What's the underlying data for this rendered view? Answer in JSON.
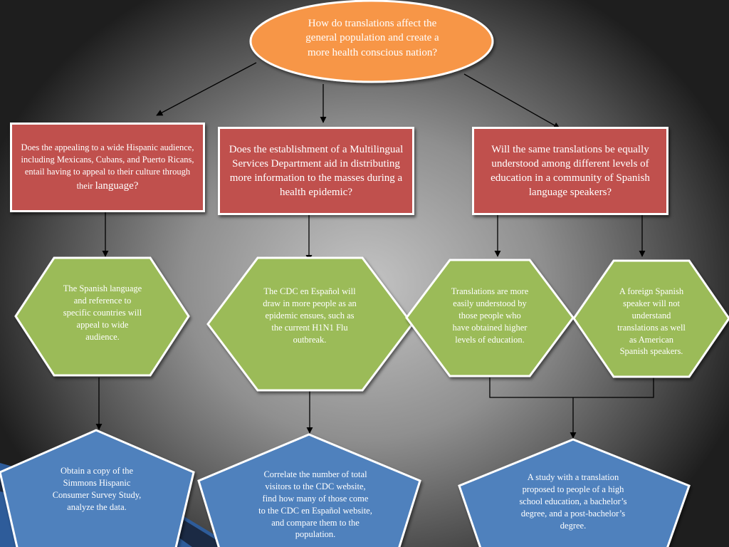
{
  "diagram": {
    "question": "How do translations affect the\ngeneral population and create a\nmore health conscious nation?",
    "branches": [
      {
        "question_text": "Does the appealing to a wide Hispanic audience, including Mexicans, Cubans, and Puerto Ricans, entail having to appeal to their culture through their",
        "question_emphasis": "language?",
        "hypothesis": "The Spanish language\nand reference to\nspecific countries will\nappeal to wide\naudience.",
        "method": "Obtain a copy of the\nSimmons Hispanic\nConsumer Survey Study,\nanalyze the data."
      },
      {
        "question_text": "Does the establishment of a Multilingual Services Department aid in distributing more information to the masses during a health epidemic?",
        "hypothesis": "The CDC en Español will\ndraw in more people as an\nepidemic ensues, such as\nthe current H1N1 Flu\noutbreak.",
        "method": "Correlate the number of total\nvisitors to the CDC website,\nfind how many of those come\nto the CDC en Español website,\nand compare them to the\npopulation."
      },
      {
        "question_text": "Will the same translations be equally understood among different levels of education in a community of Spanish language speakers?",
        "hypotheses": [
          "Translations are more\neasily understood by\nthose people who\nhave obtained higher\nlevels of education.",
          "A foreign Spanish\nspeaker will not\nunderstand\ntranslations as well\nas American\nSpanish speakers."
        ],
        "method": "A study with a translation\nproposed to people of a high\nschool education, a bachelor’s\ndegree, and a post-bachelor’s\ndegree."
      }
    ]
  },
  "colors": {
    "question_ellipse": "#f79646",
    "question_box": "#c0504d",
    "hypothesis_hexagon": "#9bbb59",
    "method_pentagon": "#4f81bd",
    "connector": "#000000",
    "outline": "#ffffff"
  }
}
